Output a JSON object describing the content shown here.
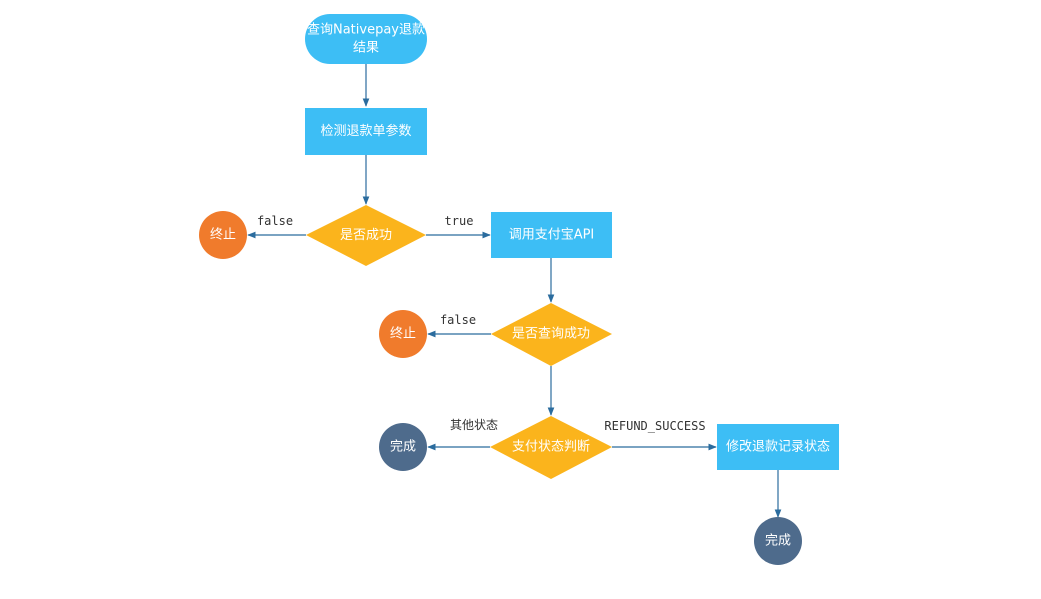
{
  "colors": {
    "start": "#3dbef5",
    "process": "#3dbef5",
    "decision": "#fbb41c",
    "terminate": "#f07b2c",
    "complete": "#4e6b8c",
    "edge": "#2b6c9e"
  },
  "nodes": {
    "start_line1": "查询Nativepay退款",
    "start_line2": "结果",
    "check_params": "检测退款单参数",
    "decision_success": "是否成功",
    "end1": "终止",
    "call_api": "调用支付宝API",
    "decision_query": "是否查询成功",
    "end2": "终止",
    "decision_status": "支付状态判断",
    "complete1": "完成",
    "update_status": "修改退款记录状态",
    "complete2": "完成"
  },
  "edges": {
    "false1": "false",
    "true1": "true",
    "false2": "false",
    "other_status": "其他状态",
    "refund_success": "REFUND_SUCCESS"
  }
}
